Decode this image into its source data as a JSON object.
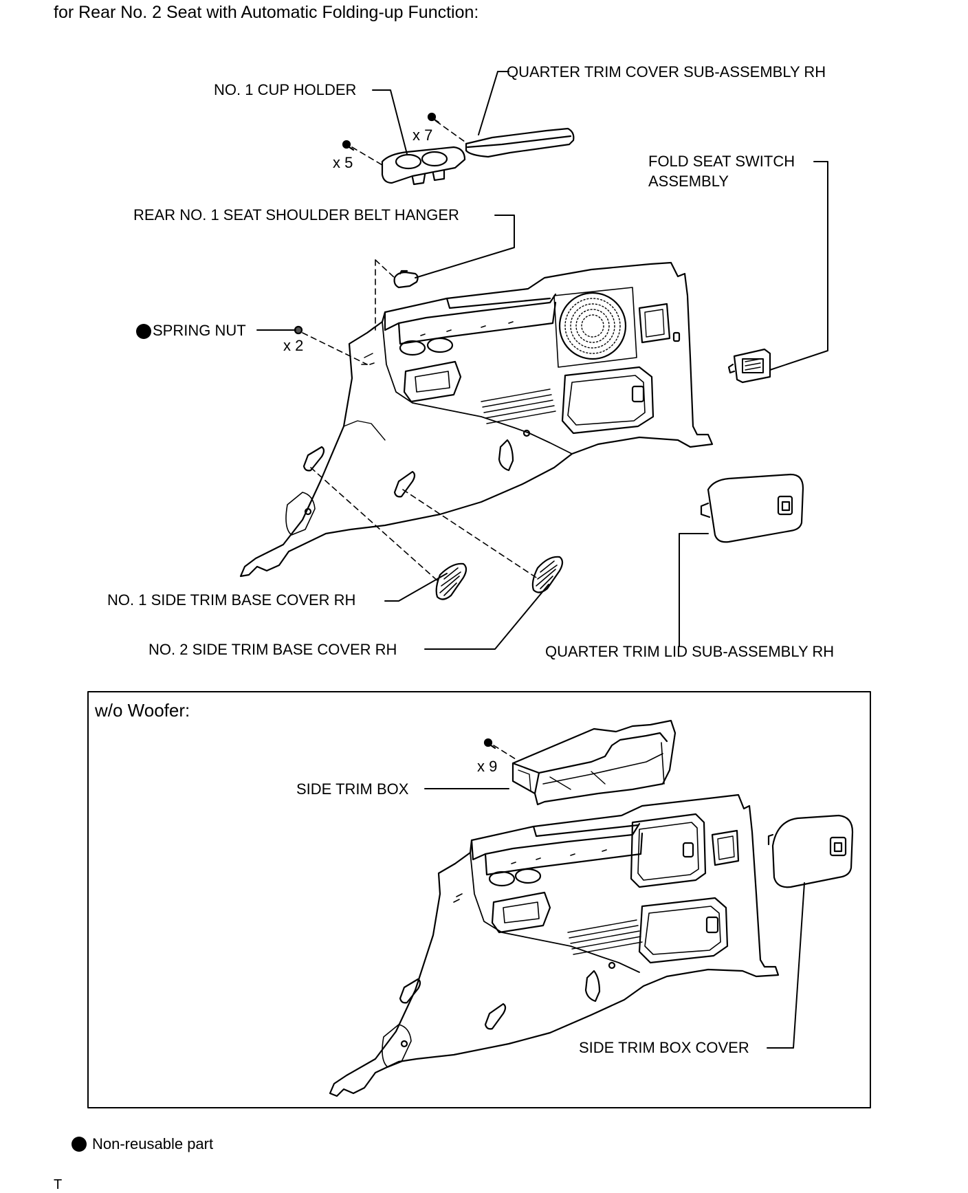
{
  "heading": "for Rear No. 2 Seat with Automatic Folding-up Function:",
  "labels": {
    "cup_holder": "NO. 1 CUP HOLDER",
    "quarter_trim_cover": "QUARTER TRIM COVER SUB-ASSEMBLY RH",
    "fold_seat_switch_line1": "FOLD SEAT SWITCH",
    "fold_seat_switch_line2": "ASSEMBLY",
    "shoulder_belt_hanger": "REAR NO. 1 SEAT SHOULDER BELT HANGER",
    "spring_nut": "SPRING NUT",
    "side_trim_base_cover_1": "NO. 1 SIDE TRIM BASE COVER RH",
    "side_trim_base_cover_2": "NO. 2 SIDE TRIM BASE COVER RH",
    "quarter_trim_lid": "QUARTER TRIM LID SUB-ASSEMBLY RH",
    "side_trim_box": "SIDE TRIM BOX",
    "side_trim_box_cover": "SIDE TRIM BOX COVER"
  },
  "quantities": {
    "cup_holder_screws": "x 5",
    "trim_cover_screws": "x 7",
    "spring_nuts": "x 2",
    "side_trim_box_screws": "x 9"
  },
  "inset": {
    "title": "w/o Woofer:"
  },
  "legend": {
    "symbol": "filled-circle-icon",
    "text": "Non-reusable part"
  },
  "footer": "T"
}
